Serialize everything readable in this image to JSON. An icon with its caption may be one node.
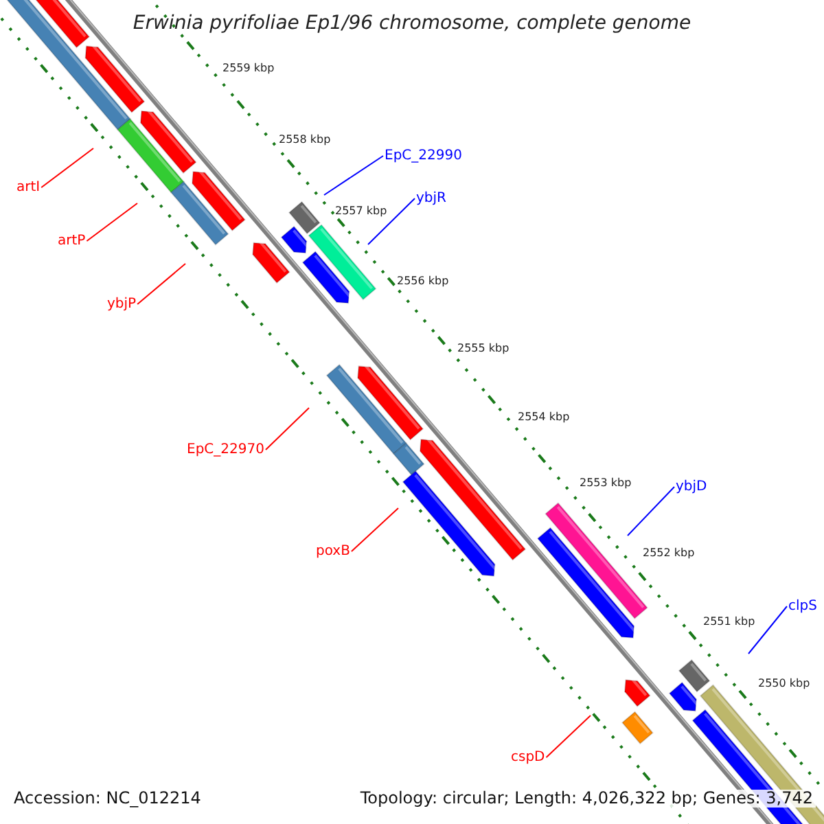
{
  "diagram": {
    "title": "Erwinia pyrifoliae Ep1/96 chromosome, complete genome",
    "nodes": [
      {
        "text": [
          "EpC_22990"
        ]
      },
      {
        "text": [
          "artI"
        ]
      },
      {
        "text": [
          "ybjR"
        ]
      },
      {
        "text": [
          "artP"
        ]
      },
      {
        "text": [
          "ybjP"
        ]
      },
      {
        "text": [
          "EpC_22970"
        ]
      },
      {
        "text": [
          "ybjD"
        ]
      },
      {
        "text": [
          "poxB"
        ]
      },
      {
        "text": [
          "clpS"
        ]
      },
      {
        "text": [
          "cspD"
        ]
      }
    ],
    "edges": [
      {
        "from": 0,
        "to": null,
        "arrow": "none",
        "color": "#0000ff"
      },
      {
        "from": 1,
        "to": null,
        "arrow": "none"
      },
      {
        "from": 2,
        "to": null,
        "arrow": "none",
        "color": "#0000ff"
      },
      {
        "from": 3,
        "to": null,
        "arrow": "none"
      },
      {
        "from": 4,
        "to": null,
        "arrow": "none"
      },
      {
        "from": 5,
        "to": null,
        "arrow": "none"
      },
      {
        "from": 6,
        "to": null,
        "arrow": "none",
        "color": "#0000ff"
      },
      {
        "from": 7,
        "to": null,
        "arrow": "none"
      },
      {
        "from": 8,
        "to": null,
        "arrow": "none",
        "color": "#0000ff"
      },
      {
        "from": 9,
        "to": null,
        "arrow": "none"
      }
    ],
    "labels": [
      "2559 kbp",
      "2558 kbp",
      "2557 kbp",
      "2556 kbp",
      "2555 kbp",
      "2554 kbp",
      "2553 kbp",
      "2552 kbp",
      "2551 kbp",
      "2550 kbp",
      "Accession: NC_012214",
      "Topology: circular; Length: 4,026,322 bp; Genes: 3,742"
    ]
  }
}
